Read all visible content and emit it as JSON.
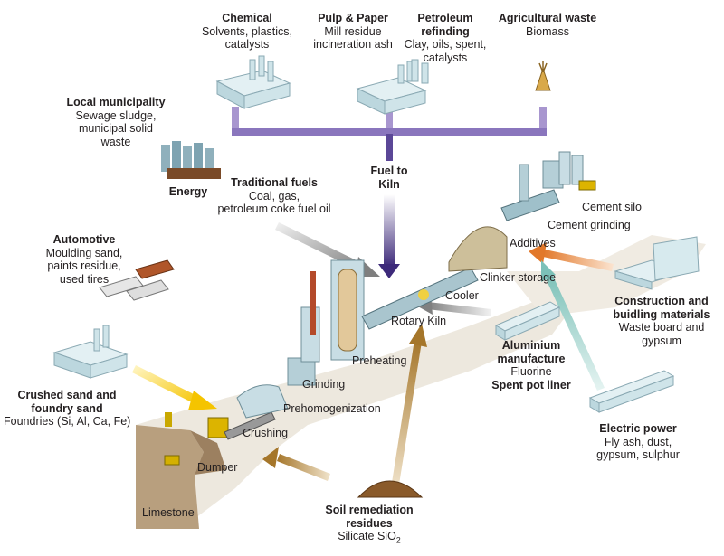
{
  "sources": {
    "chemical": {
      "title": "Chemical",
      "desc": [
        "Solvents, plastics,",
        "catalysts"
      ]
    },
    "pulp": {
      "title": "Pulp & Paper",
      "desc": [
        "Mill residue",
        "incineration ash"
      ]
    },
    "petroleum": {
      "title": [
        "Petroleum",
        "refinding"
      ],
      "desc": [
        "Clay, oils, spent,",
        "catalysts"
      ]
    },
    "agri": {
      "title": "Agricultural waste",
      "desc": [
        "Biomass"
      ]
    },
    "municipality": {
      "title": "Local municipality",
      "desc": [
        "Sewage sludge,",
        "municipal solid",
        "waste"
      ]
    },
    "energy": {
      "title": "Energy"
    },
    "traditional": {
      "title": "Traditional fuels",
      "desc": [
        "Coal, gas,",
        "petroleum coke fuel oil"
      ]
    },
    "fuel_to_kiln": {
      "title": [
        "Fuel to",
        "Kiln"
      ]
    },
    "automotive": {
      "title": "Automotive",
      "desc": [
        "Moulding sand,",
        "paints residue,",
        "used tires"
      ]
    },
    "crushed_sand": {
      "title": [
        "Crushed sand and",
        "foundry sand"
      ],
      "desc": [
        "Foundries (Si, Al, Ca, Fe)"
      ]
    },
    "soil": {
      "title": [
        "Soil remediation",
        "residues"
      ],
      "desc": "Silicate SiO",
      "desc_sub": "2"
    },
    "aluminium": {
      "title": [
        "Aluminium",
        "manufacture"
      ],
      "desc": [
        "Fluorine"
      ],
      "title2": "Spent pot liner"
    },
    "construction": {
      "title": [
        "Construction and",
        "buidling materials"
      ],
      "desc": [
        "Waste board and",
        "gypsum"
      ]
    },
    "electric": {
      "title": "Electric power",
      "desc": [
        "Fly ash, dust,",
        "gypsum, sulphur"
      ]
    }
  },
  "stages": {
    "limestone": "Limestone",
    "dumper": "Dumper",
    "crushing": "Crushing",
    "prehomogenization": "Prehomogenization",
    "grinding": "Grinding",
    "preheating": "Preheating",
    "rotary_kiln": "Rotary Kiln",
    "cooler": "Cooler",
    "clinker_storage": "Clinker storage",
    "additives": "Additives",
    "cement_grinding": "Cement grinding",
    "cement_silo": "Cement silo"
  },
  "colors": {
    "fuel_arrow": "#3d2a7a",
    "fuel_bar": "#9a88c4",
    "gray_arrow": "#8c8c8c",
    "yellow_arrow": "#f5c400",
    "brown_arrow": "#a5762a",
    "orange_arrow": "#e2782a",
    "teal_arrow": "#7cc1b8",
    "ground": "#ebe6dc",
    "building": "#d7eaee",
    "building_edge": "#8aa9b3"
  }
}
